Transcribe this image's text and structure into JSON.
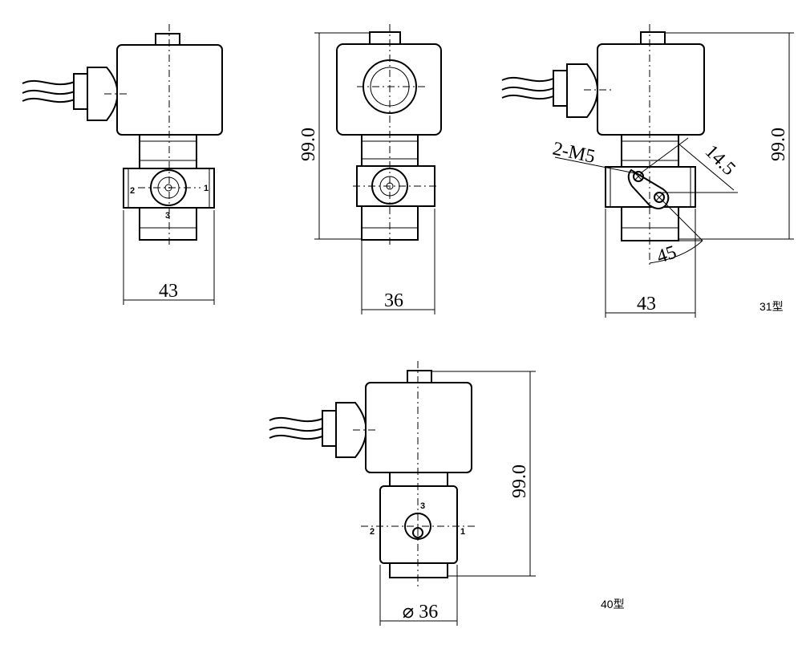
{
  "views": {
    "front31": {
      "width_dim": "43",
      "port_left": "2",
      "port_right": "1",
      "port_bottom": "3"
    },
    "side31": {
      "height_dim": "99.0",
      "width_dim": "36"
    },
    "rear31": {
      "height_dim": "99.0",
      "width_dim": "43",
      "thread_dim": "2-M5",
      "spacing_dim": "14.5",
      "angle_dim": "45"
    },
    "model31": "31型",
    "front40": {
      "height_dim": "99.0",
      "diameter_dim": "⌀ 36",
      "port_left": "2",
      "port_right": "1",
      "port_top": "3"
    },
    "model40": "40型"
  }
}
